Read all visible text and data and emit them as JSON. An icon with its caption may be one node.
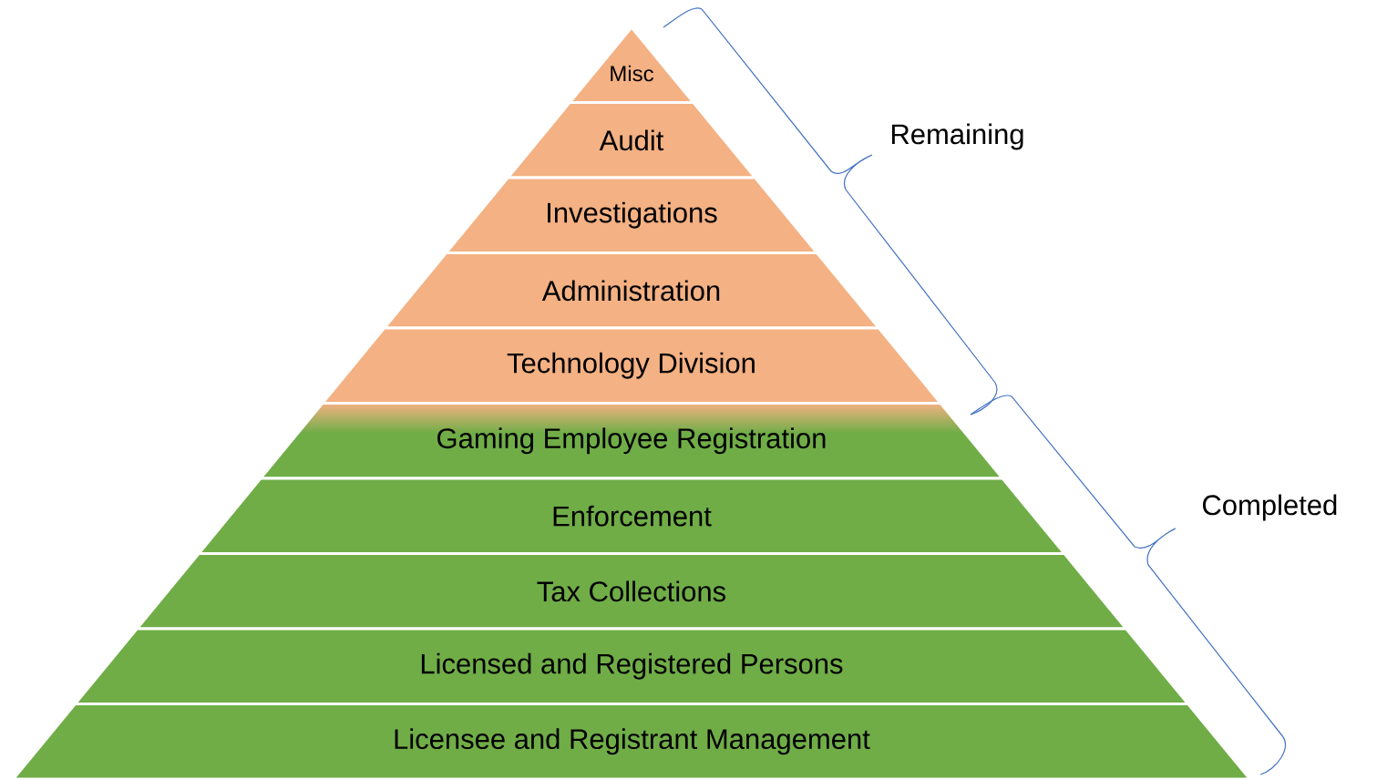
{
  "diagram": {
    "nodes": [
      {
        "text": [
          "Misc"
        ]
      },
      {
        "text": [
          "Audit"
        ]
      },
      {
        "text": [
          "Investigations"
        ]
      },
      {
        "text": [
          "Administration"
        ]
      },
      {
        "text": [
          "Technology Division"
        ]
      },
      {
        "text": [
          "Gaming Employee Registration"
        ]
      },
      {
        "text": [
          "Enforcement"
        ]
      },
      {
        "text": [
          "Tax Collections"
        ]
      },
      {
        "text": [
          "Licensed and Registered Persons"
        ]
      },
      {
        "text": [
          "Licensee and Registrant Management"
        ]
      }
    ],
    "edges": [],
    "labels": [
      "Remaining",
      "Completed"
    ]
  }
}
